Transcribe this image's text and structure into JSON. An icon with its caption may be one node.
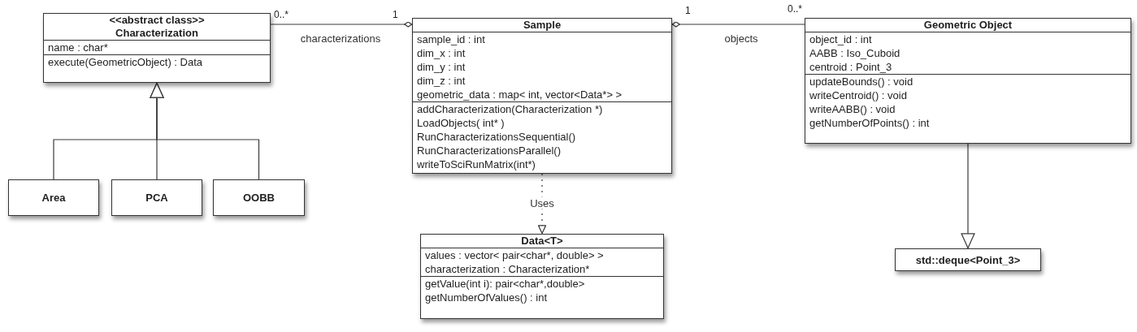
{
  "diagram": {
    "nodes": [
      {
        "text": [
          "<<abstract class>>",
          "Characterization",
          "name : char*",
          "execute(GeometricObject) : Data"
        ]
      },
      {
        "text": [
          "Sample",
          "sample_id : int",
          "dim_x : int",
          "dim_y : int",
          "dim_z : int",
          "geometric_data : map< int, vector<Data*> >",
          "addCharacterization(Characterization *)",
          "LoadObjects( int* )",
          "RunCharacterizationsSequential()",
          "RunCharacterizationsParallel()",
          "writeToSciRunMatrix(int*)"
        ]
      },
      {
        "text": [
          "Geometric Object",
          "object_id : int",
          "AABB : Iso_Cuboid",
          "centroid : Point_3",
          "updateBounds() : void",
          "writeCentroid() : void",
          "writeAABB() : void",
          "getNumberOfPoints() : int"
        ]
      },
      {
        "text": [
          "Area"
        ]
      },
      {
        "text": [
          "PCA"
        ]
      },
      {
        "text": [
          "OOBB"
        ]
      },
      {
        "text": [
          "Data<T>",
          "values : vector< pair<char*, double> >",
          "characterization : Characterization*",
          "getValue(int i): pair<char*,double>",
          "getNumberOfValues() : int"
        ]
      },
      {
        "text": [
          "std::deque<Point_3>"
        ]
      }
    ],
    "edges": [
      {
        "from": 0,
        "to": 1,
        "arrow": "other",
        "label": "characterizations"
      },
      {
        "from": 2,
        "to": 1,
        "arrow": "other",
        "label": "objects"
      },
      {
        "from": 3,
        "to": 0,
        "arrow": "to"
      },
      {
        "from": 4,
        "to": 0,
        "arrow": "to"
      },
      {
        "from": 5,
        "to": 0,
        "arrow": "to"
      },
      {
        "from": 1,
        "to": 6,
        "arrow": "to",
        "label": "Uses",
        "style": "dashed"
      },
      {
        "from": 2,
        "to": 7,
        "arrow": "to"
      }
    ],
    "labels": [
      "0..*",
      "1",
      "1",
      "0..*"
    ]
  }
}
